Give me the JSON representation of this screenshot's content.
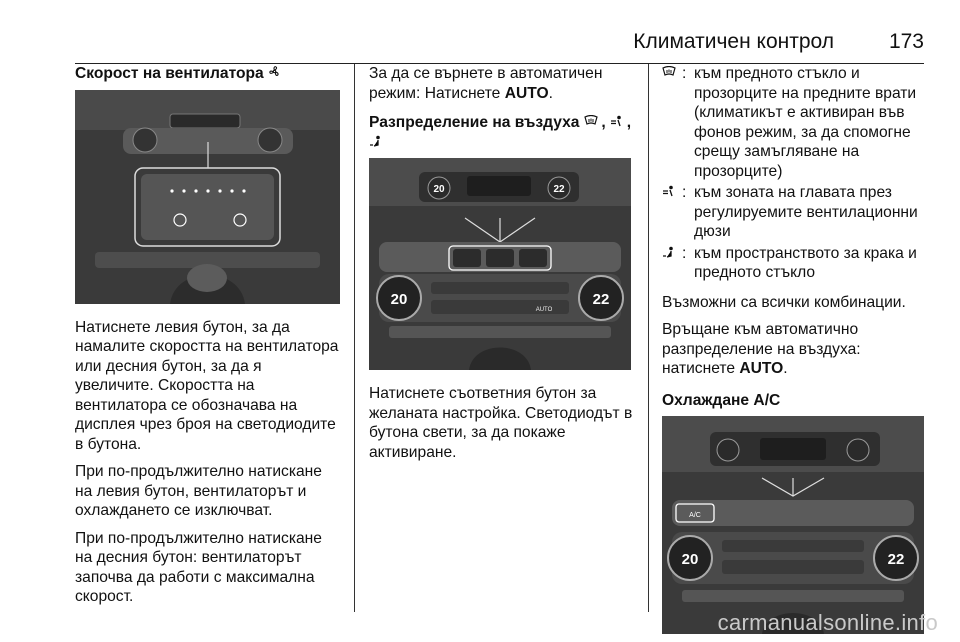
{
  "header": {
    "title": "Климатичен контрол",
    "page_number": "173"
  },
  "col1": {
    "heading": "Скорост на вентилатора",
    "heading_icon": "fan-icon",
    "paragraphs": [
      "Натиснете левия бутон, за да намалите скоростта на вентилатора или десния бутон, за да я увеличите. Скоростта на вентилатора се обозначава на дисплея чрез броя на светодиодите в бутона.",
      "При по-продължително натискане на левия бутон, вентилаторът и охлаждането се изключват.",
      "При по-продължително натискане на десния бутон: вентилаторът започва да работи с максимална скорост."
    ]
  },
  "col2": {
    "intro": "За да се върнете в автоматичен режим: Натиснете",
    "intro_bold": "AUTO",
    "heading": "Разпределение на въздуха",
    "heading_icons": "windshield-icon, head-vent-icon, footwell-icon",
    "photo_labels": {
      "left_temp": "20",
      "right_temp": "22",
      "auto": "AUTO"
    },
    "paragraph": "Натиснете съответния бутон за желаната настройка. Светодиодът в бутона свети, за да покаже активиране."
  },
  "col3": {
    "legend": [
      {
        "icon": "windshield-icon",
        "text": "към предното стъкло и прозорците на предните врати (климатикът е активиран във фонов режим, за да спомогне срещу замъгляване на прозорците)"
      },
      {
        "icon": "head-vent-icon",
        "text": "към зоната на главата през регулируемите вентилационни дюзи"
      },
      {
        "icon": "footwell-icon",
        "text": "към пространството за крака и предното стъкло"
      }
    ],
    "p1": "Възможни са всички комбинации.",
    "p2": "Връщане към автоматично разпределение на въздуха: натиснете",
    "p2_bold": "AUTO",
    "heading": "Охлаждане A/C",
    "photo_labels": {
      "left_temp": "20",
      "right_temp": "22",
      "ac": "A/C"
    }
  },
  "footer": {
    "watermark": "carmanualsonline.info"
  }
}
